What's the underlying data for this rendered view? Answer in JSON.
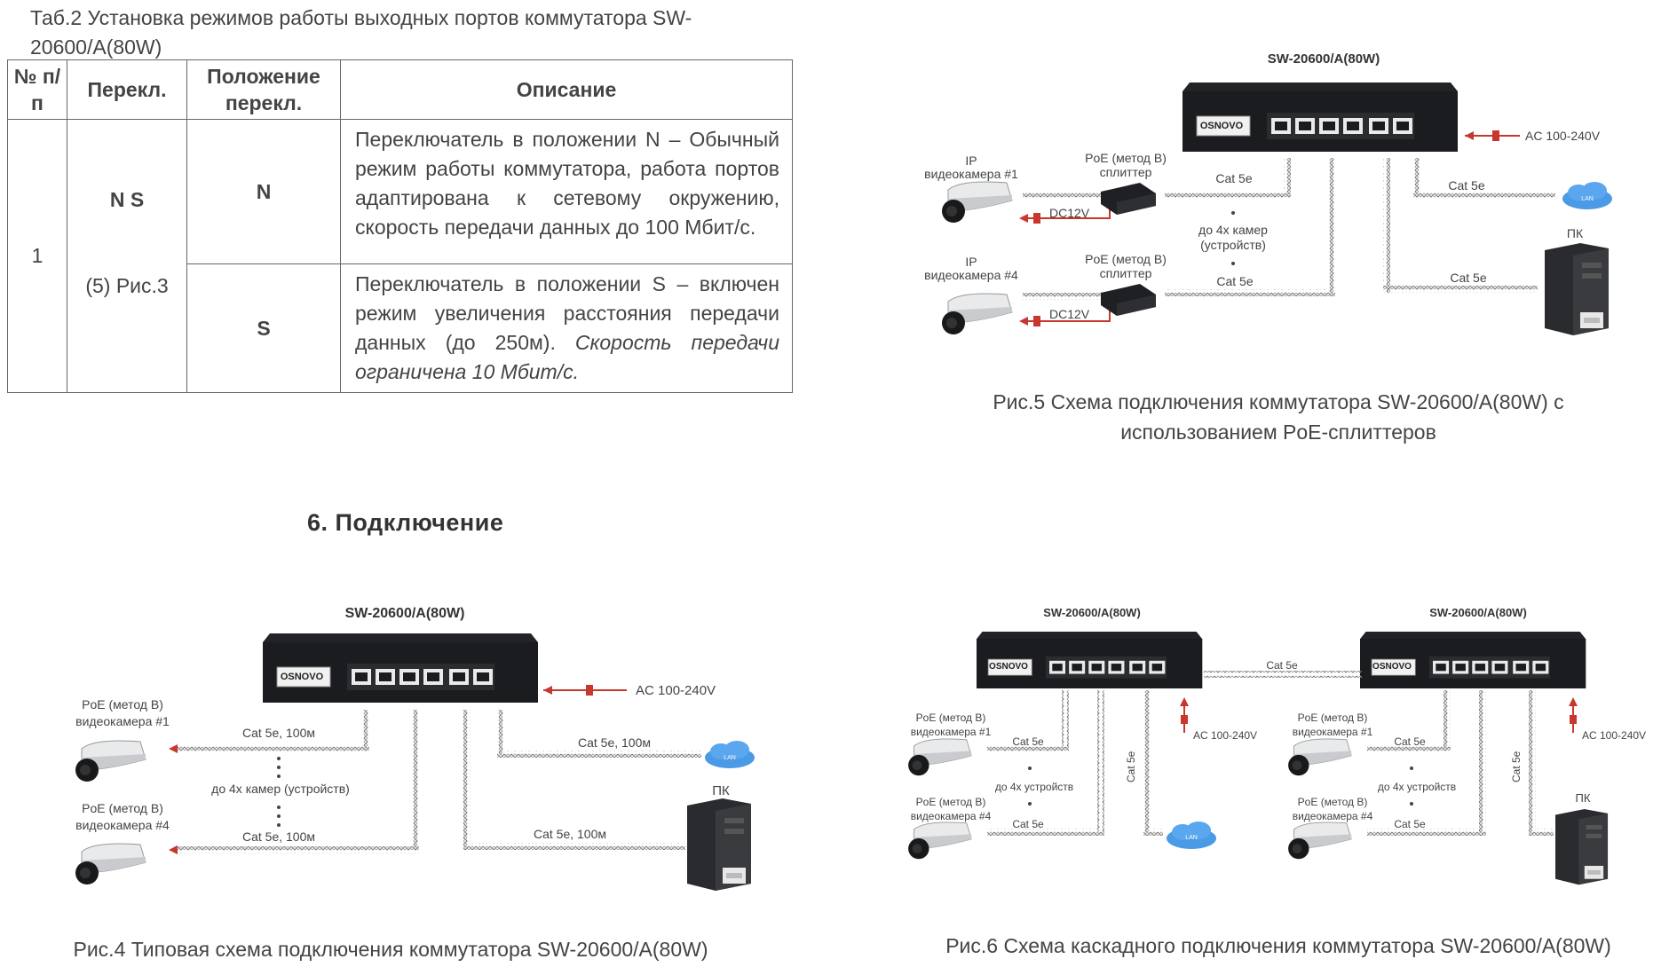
{
  "table": {
    "caption": "Таб.2 Установка режимов работы выходных портов коммутатора SW-20600/A(80W)",
    "headers": {
      "num": "№ п/п",
      "switch": "Перекл.",
      "position": "Положение перекл.",
      "description": "Описание"
    },
    "row_num": "1",
    "switch_label": "N S",
    "switch_ref": "(5) Рис.3",
    "rows": [
      {
        "position": "N",
        "description": "Переключатель в положении N – Обычный режим работы коммутатора, работа портов адаптирована к сетевому окружению, скорость передачи данных до 100 Мбит/с.",
        "description_italic": ""
      },
      {
        "position": "S",
        "description": "Переключатель в положении S – включен режим увеличения расстояния передачи данных (до 250м).",
        "description_italic": "Скорость передачи ограничена 10 Мбит/с."
      }
    ]
  },
  "section_heading": "6.  Подключение",
  "fig5": {
    "switch_title": "SW-20600/A(80W)",
    "brand": "OSNOVO",
    "power": "AC 100-240V",
    "cam1": [
      "IP",
      "видеокамера #1"
    ],
    "cam4": [
      "IP",
      "видеокамера #4"
    ],
    "splitter": [
      "PoE (метод B)",
      "сплиттер"
    ],
    "dc": "DC12V",
    "cable": "Cat 5e",
    "count": [
      "до 4х камер",
      "(устройств)"
    ],
    "pc": "ПК",
    "lan": "LAN",
    "caption_line1": "Рис.5 Схема подключения коммутатора SW-20600/A(80W) с",
    "caption_line2": "использованием PoE-сплиттеров"
  },
  "fig4": {
    "switch_title": "SW-20600/A(80W)",
    "brand": "OSNOVO",
    "power": "AC 100-240V",
    "cam1": [
      "PoE (метод B)",
      "видеокамера #1"
    ],
    "cam4": [
      "PoE (метод B)",
      "видеокамера #4"
    ],
    "cable": "Cat 5e, 100м",
    "count": "до 4х камер (устройств)",
    "pc": "ПК",
    "lan": "LAN",
    "caption": "Рис.4 Типовая схема подключения коммутатора SW-20600/A(80W)"
  },
  "fig6": {
    "switch_title": "SW-20600/A(80W)",
    "brand": "OSNOVO",
    "power": "AC 100-240V",
    "cam1": [
      "PoE (метод B)",
      "видеокамера #1"
    ],
    "cam4": [
      "PoE (метод B)",
      "видеокамера #4"
    ],
    "cable": "Cat 5e",
    "count": "до 4х устройств",
    "pc": "ПК",
    "lan": "LAN",
    "caption": "Рис.6 Схема каскадного подключения коммутатора SW-20600/A(80W)"
  },
  "colors": {
    "switch_body": "#202124",
    "red_wire": "#c8372d",
    "cable": "#555555",
    "cloud": "#3a8ee0"
  }
}
